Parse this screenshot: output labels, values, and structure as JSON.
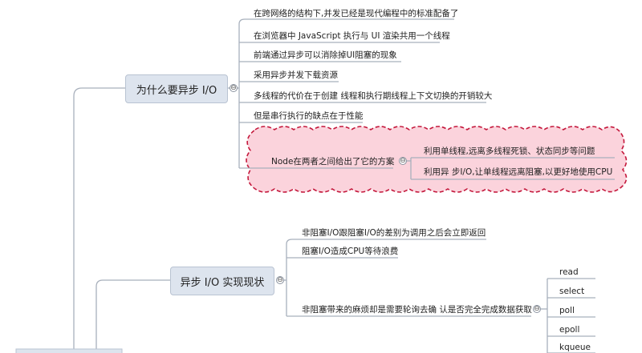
{
  "branch1": {
    "title": "为什么要异步 I/O",
    "items": [
      "在跨网络的结构下,并发已经是现代编程中的标准配备了",
      "在浏览器中 JavaScript 执行与 UI 渲染共用一个线程",
      "前端通过异步可以消除掉UI阻塞的现象",
      "采用异步并发下载资源",
      "多线程的代价在于创建 线程和执行期线程上下文切换的开销较大",
      "但是串行执行的缺点在于性能"
    ],
    "node_solution": {
      "label": "Node在两者之间给出了它的方案",
      "children": [
        "利用单线程,远离多线程死锁、状态同步等问题",
        "利用异 步I/O,让单线程远离阻塞,以更好地使用CPU"
      ]
    }
  },
  "branch2": {
    "title": "异步 I/O 实现现状",
    "items": [
      "非阻塞I/O跟阻塞I/O的差别为调用之后会立即返回",
      "阻塞I/O造成CPU等待浪费",
      "非阻塞带来的麻烦却是需要轮询去确 认是否完全完成数据获取"
    ],
    "polling_methods": [
      "read",
      "select",
      "poll",
      "epoll",
      "kqueue"
    ]
  },
  "toggle_symbol": "⊖",
  "colors": {
    "line": "#a8b0bc",
    "node_fill": "#dde4ee",
    "node_border": "#b9c3d2",
    "cloud_fill": "#fbd3dc",
    "cloud_stroke": "#c4183c"
  }
}
